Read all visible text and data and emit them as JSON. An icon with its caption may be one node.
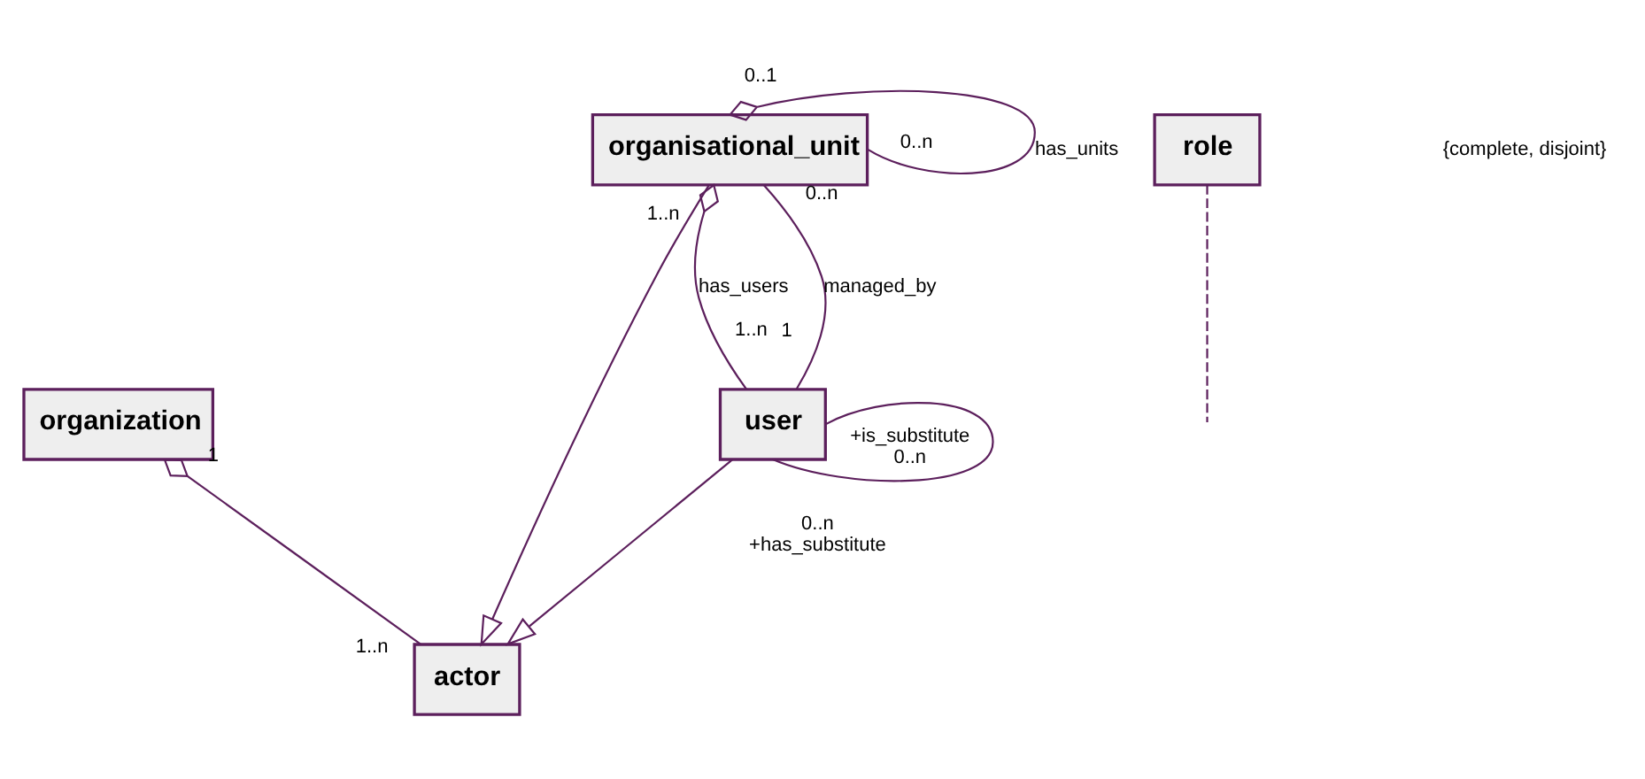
{
  "diagram": {
    "nodes": [
      {
        "text": [
          "organization"
        ]
      },
      {
        "text": [
          "actor"
        ]
      },
      {
        "text": [
          "organisational_unit"
        ]
      },
      {
        "text": [
          "user"
        ]
      },
      {
        "text": [
          "role"
        ]
      }
    ],
    "edges": [
      {
        "from": 0,
        "to": 1,
        "arrow": "other"
      },
      {
        "from": 2,
        "to": 1,
        "arrow": "to"
      },
      {
        "from": 3,
        "to": 1,
        "arrow": "to"
      },
      {
        "from": 2,
        "to": 2,
        "arrow": "other",
        "label": "has_units"
      },
      {
        "from": 2,
        "to": 3,
        "arrow": "other",
        "label": "has_users"
      },
      {
        "from": 2,
        "to": 3,
        "arrow": "none",
        "label": "managed_by"
      },
      {
        "from": 3,
        "to": 3,
        "arrow": "none"
      },
      {
        "from": 4,
        "to": null,
        "arrow": "none",
        "style": "dashed"
      }
    ],
    "labels": [
      "0..1",
      "1",
      "0..n",
      "1..n",
      "0..n",
      "1..n",
      "1..n",
      "1",
      "{complete, disjoint}",
      "0..n",
      "+has_substitute",
      "+is_substitute",
      "0..n"
    ]
  }
}
